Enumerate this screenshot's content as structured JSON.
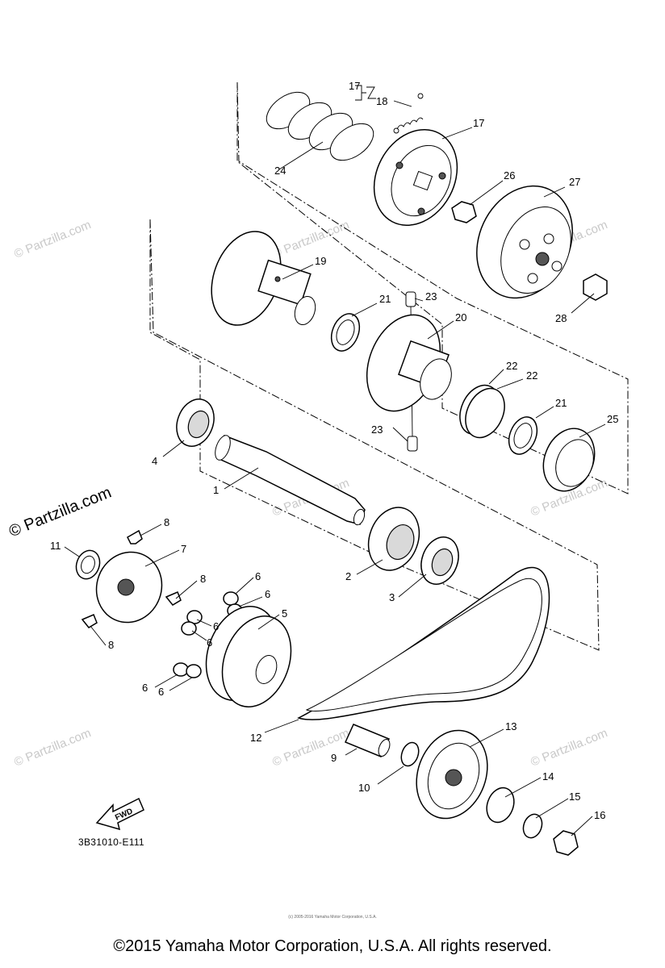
{
  "diagram": {
    "code": "3B31010-E111",
    "fwd_label": "FWD",
    "copyright": "©2015 Yamaha Motor Corporation, U.S.A. All rights reserved.",
    "fine_print": "(c) 2005-2016 Yamaha Motor Corporation, U.S.A.",
    "side_mark": "© Partzilla.com",
    "watermark": "© Partzilla.com",
    "watermark_color": "#c8c8c8"
  },
  "callouts": {
    "c1": "1",
    "c2": "2",
    "c3": "3",
    "c4": "4",
    "c5": "5",
    "c6a": "6",
    "c6b": "6",
    "c6c": "6",
    "c6d": "6",
    "c6e": "6",
    "c6f": "6",
    "c7": "7",
    "c8a": "8",
    "c8b": "8",
    "c8c": "8",
    "c9": "9",
    "c10": "10",
    "c11": "11",
    "c12": "12",
    "c13": "13",
    "c14": "14",
    "c15": "15",
    "c16": "16",
    "c17a": "17",
    "c17b": "17",
    "c18": "18",
    "c19": "19",
    "c20": "20",
    "c21a": "21",
    "c21b": "21",
    "c22a": "22",
    "c22b": "22",
    "c23a": "23",
    "c23b": "23",
    "c24": "24",
    "c25": "25",
    "c26": "26",
    "c27": "27",
    "c28": "28"
  }
}
